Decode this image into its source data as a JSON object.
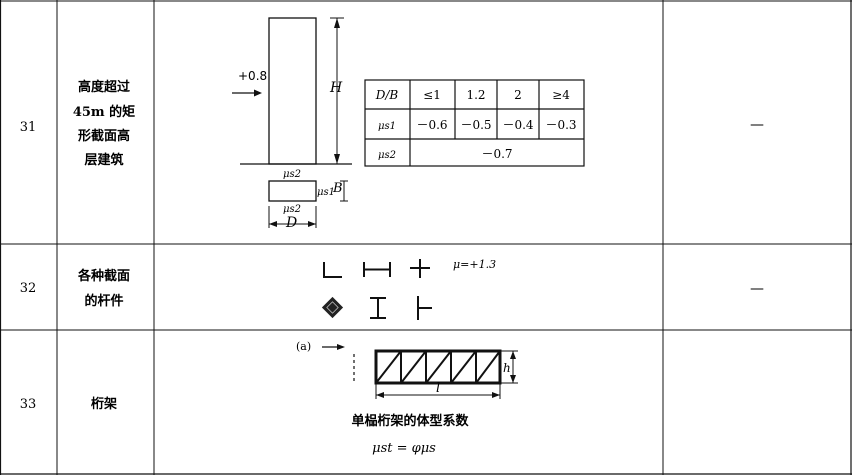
{
  "rows": [
    {
      "number": "31",
      "name_lines": [
        "高度超过",
        "45m 的矩",
        "形截面高",
        "层建筑"
      ],
      "remark": "—",
      "diagram": {
        "wind_value": "+0.8",
        "height_symbol": "H",
        "depth_symbol": "D",
        "breadth_symbol": "B",
        "mu_s1": "μs1",
        "mu_s2": "μs2",
        "table": {
          "header": [
            "D/B",
            "≤1",
            "1.2",
            "2",
            "≥4"
          ],
          "row1_label": "μs1",
          "row1_values": [
            "－0.6",
            "－0.5",
            "－0.4",
            "－0.3"
          ],
          "row2_label": "μs2",
          "row2_value": "－0.7"
        }
      }
    },
    {
      "number": "32",
      "name_lines": [
        "各种截面",
        "的杆件"
      ],
      "remark": "—",
      "diagram": {
        "coefficient": "μ=+1.3",
        "shapes": [
          "angle-icon",
          "h-section-icon",
          "cross-section-icon",
          "square-section-icon",
          "i-section-icon",
          "t-section-icon"
        ]
      }
    },
    {
      "number": "33",
      "name_lines": [
        "桁架"
      ],
      "remark": "",
      "diagram": {
        "label_a": "(a)",
        "height_symbol": "h",
        "length_symbol": "l",
        "caption": "单榀桁架的体型系数",
        "formula": "μst = φμs"
      }
    }
  ]
}
